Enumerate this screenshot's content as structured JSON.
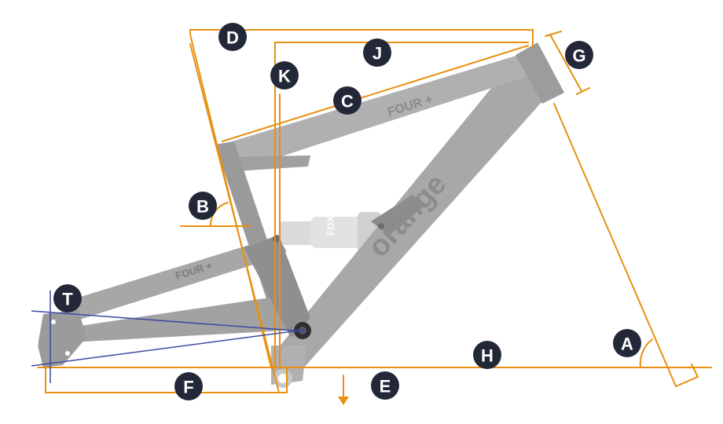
{
  "diagram": {
    "type": "bike-frame-geometry",
    "frame_decals": {
      "top_tube": "FOUR +",
      "seat_stay": "FOUR +",
      "down_tube": "orange",
      "shock_brand": "FOX"
    },
    "dimension_labels": [
      "A",
      "B",
      "C",
      "D",
      "E",
      "F",
      "G",
      "H",
      "J",
      "K",
      "T"
    ],
    "colors": {
      "dimension_line": "#e8900f",
      "axle_line": "#3d4aa0",
      "frame": "#a4a4a4",
      "frame_dark": "#7b7b7b",
      "shock": "#d9d9d9",
      "badge": "#232838",
      "badge_text": "#ffffff"
    }
  }
}
